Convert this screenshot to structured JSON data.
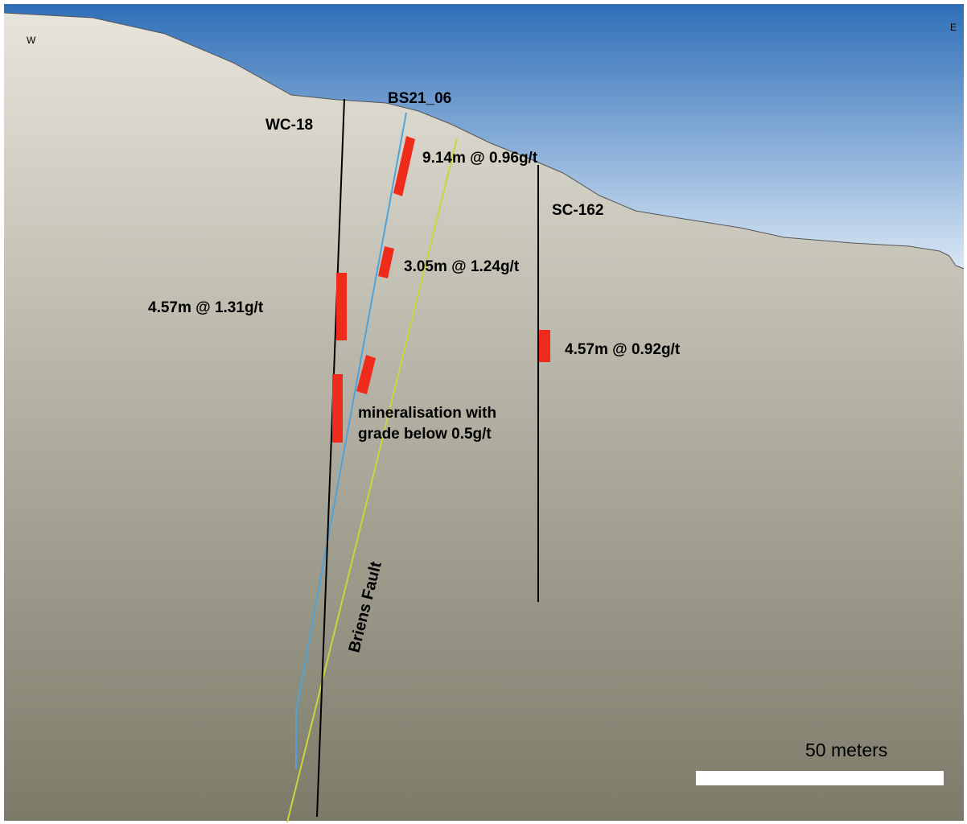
{
  "orientation": {
    "west": "W",
    "east": "E"
  },
  "drillholes": {
    "wc18": {
      "name": "WC-18"
    },
    "bs21_06": {
      "name": "BS21_06"
    },
    "sc162": {
      "name": "SC-162"
    }
  },
  "intercepts": {
    "i1": "9.14m @ 0.96g/t",
    "i2": "3.05m @ 1.24g/t",
    "i3": "4.57m @ 1.31g/t",
    "i4": "4.57m @ 0.92g/t"
  },
  "mineralisation_note": {
    "line1": "mineralisation with",
    "line2": "grade below 0.5g/t"
  },
  "fault": {
    "name": "Briens Fault"
  },
  "scale_bar": {
    "label": "50 meters"
  },
  "colors": {
    "sky_top": "#2f6fb8",
    "sky_bottom": "#e8f1fa",
    "ground_top": "#e7e4db",
    "ground_bottom": "#7c7a68",
    "drill_black": "#000000",
    "drill_blue": "#4ea3dd",
    "fault_line": "#c9d63c",
    "intercept_red": "#ef2b1b",
    "scale_white": "#ffffff"
  }
}
